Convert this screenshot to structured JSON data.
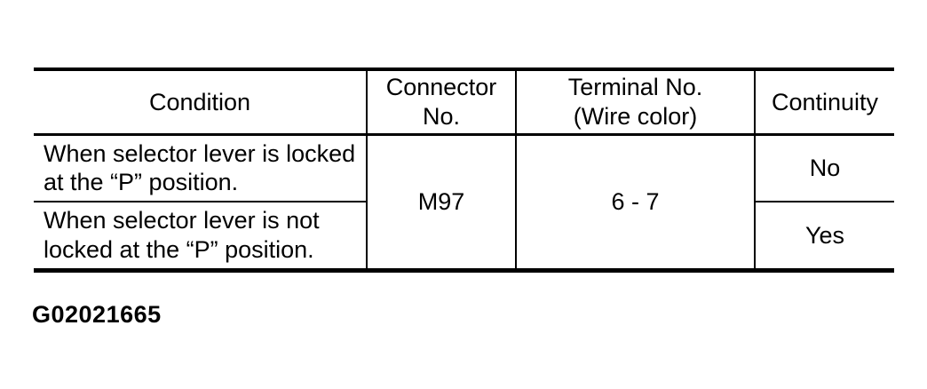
{
  "page": {
    "background": "#ffffff",
    "text_color": "#000000",
    "border_color": "#000000"
  },
  "table": {
    "headers": [
      "Condition",
      "Connector\nNo.",
      "Terminal No.\n(Wire color)",
      "Continuity"
    ],
    "rows": [
      {
        "condition": "When selector lever is locked\nat the “P” position.",
        "continuity": "No"
      },
      {
        "condition": "When selector lever is not\nlocked at the “P” position.",
        "continuity": "Yes"
      }
    ],
    "connector_no": "M97",
    "terminal_no": "6 - 7"
  },
  "figure_id": "G02021665"
}
